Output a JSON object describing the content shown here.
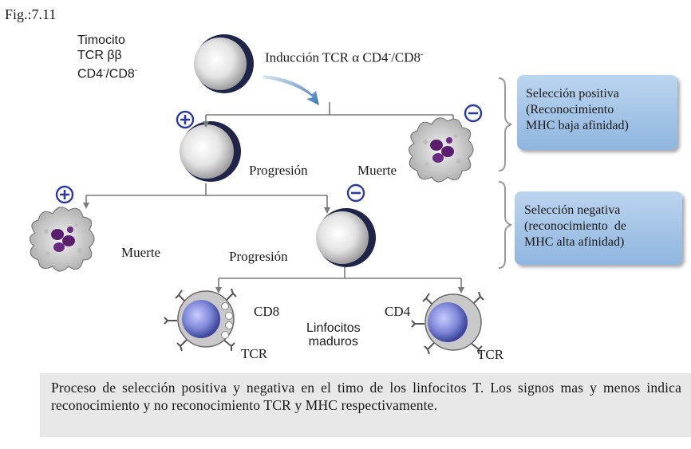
{
  "fig_label": "Fig.:7.11",
  "timocito": {
    "line1": "Timocito",
    "line2": "TCR ββ",
    "line3_main": "CD4",
    "line3_sup1": "-",
    "line3_mid": "/CD8",
    "line3_sup2": "-"
  },
  "induccion": {
    "main": "Inducción TCR α CD4",
    "sup1": "-",
    "mid": "/CD8",
    "sup2": "-"
  },
  "progresion_1": "Progresión",
  "muerte_1": "Muerte",
  "muerte_2": "Muerte",
  "progresion_2": "Progresión",
  "cd8": "CD8",
  "cd4": "CD4",
  "linfocitos": {
    "line1": "Linfocitos",
    "line2": "maduros"
  },
  "tcr_left": "TCR",
  "tcr_right": "TCR",
  "seleccion_positiva": {
    "line1": "Selección positiva",
    "line2": "(Reconocimiento",
    "line3": "MHC baja afinidad)"
  },
  "seleccion_negativa": {
    "line1": "Selección negativa",
    "line2": "(reconocimiento de",
    "line3": "MHC alta afinidad)"
  },
  "caption": "Proceso de selección positiva y negativa en el timo de los linfocitos T. Los signos mas y menos indica reconocimiento y no reconocimiento TCR y MHC respectivamente.",
  "colors": {
    "arrow": "#7a7a7a",
    "sign": "#2b3aa0",
    "box": "#9dbfe4",
    "nucleus": "#5a1e6e",
    "cell_blue": "#7e86d8"
  }
}
